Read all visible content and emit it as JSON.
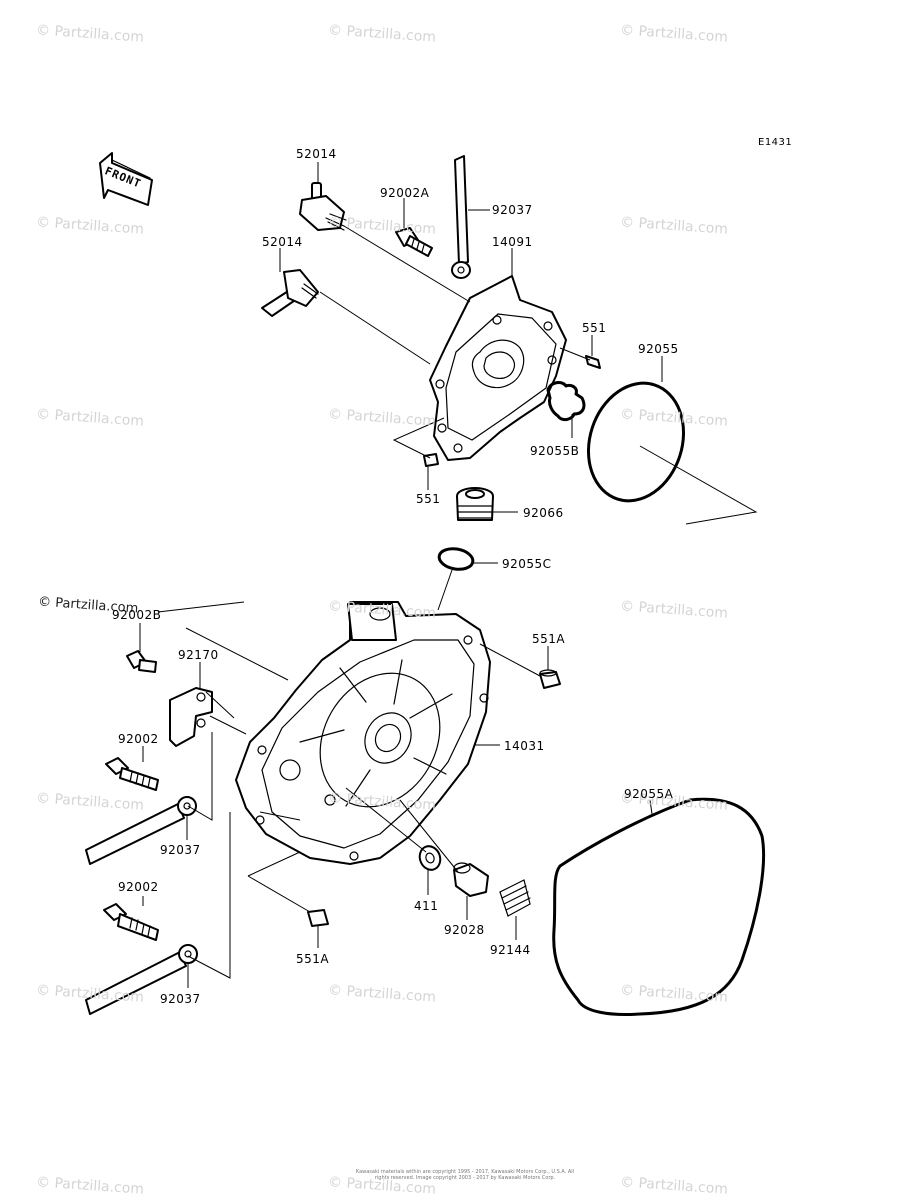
{
  "diagram": {
    "code": "E1431",
    "front_label": "FRONT",
    "brand_mark": "© Partzilla.com",
    "copyright": "Kawasaki materials within are copyright 1995 - 2017, Kawasaki Motors Corp., U.S.A. All rights reserved. Image copyright 2003 - 2017 by Kawasaki Motors Corp.",
    "watermark_text": "© Partzilla.com",
    "parts": [
      {
        "number": "52014"
      },
      {
        "number": "92002A"
      },
      {
        "number": "92037"
      },
      {
        "number": "52014"
      },
      {
        "number": "14091"
      },
      {
        "number": "551"
      },
      {
        "number": "92055"
      },
      {
        "number": "92055B"
      },
      {
        "number": "551"
      },
      {
        "number": "92066"
      },
      {
        "number": "92055C"
      },
      {
        "number": "92002B"
      },
      {
        "number": "551A"
      },
      {
        "number": "92170"
      },
      {
        "number": "14031"
      },
      {
        "number": "92002"
      },
      {
        "number": "92055A"
      },
      {
        "number": "92037"
      },
      {
        "number": "411"
      },
      {
        "number": "92028"
      },
      {
        "number": "92002"
      },
      {
        "number": "92144"
      },
      {
        "number": "551A"
      },
      {
        "number": "92037"
      }
    ]
  }
}
